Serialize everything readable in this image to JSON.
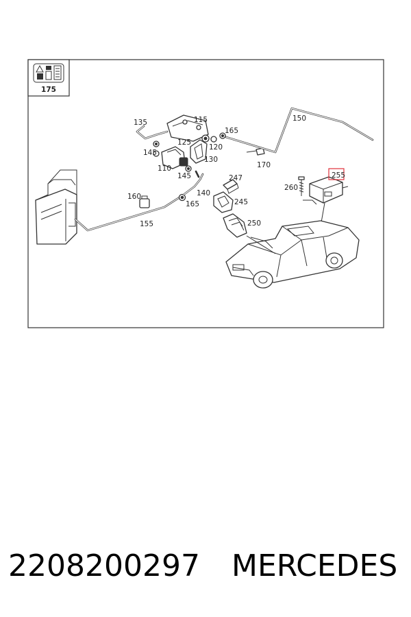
{
  "diagram": {
    "badge_label": "175",
    "callouts": {
      "c110": "110",
      "c115": "115",
      "c120": "120",
      "c125": "125",
      "c130": "130",
      "c135": "135",
      "c140": "140",
      "c145a": "145",
      "c145b": "145",
      "c150": "150",
      "c155": "155",
      "c160": "160",
      "c165a": "165",
      "c165b": "165",
      "c170": "170",
      "c245": "245",
      "c247": "247",
      "c250": "250",
      "c255": "255",
      "c260": "260"
    },
    "highlight_color": "#e0303a"
  },
  "caption": {
    "part_number": "2208200297",
    "brand": "MERCEDES"
  }
}
